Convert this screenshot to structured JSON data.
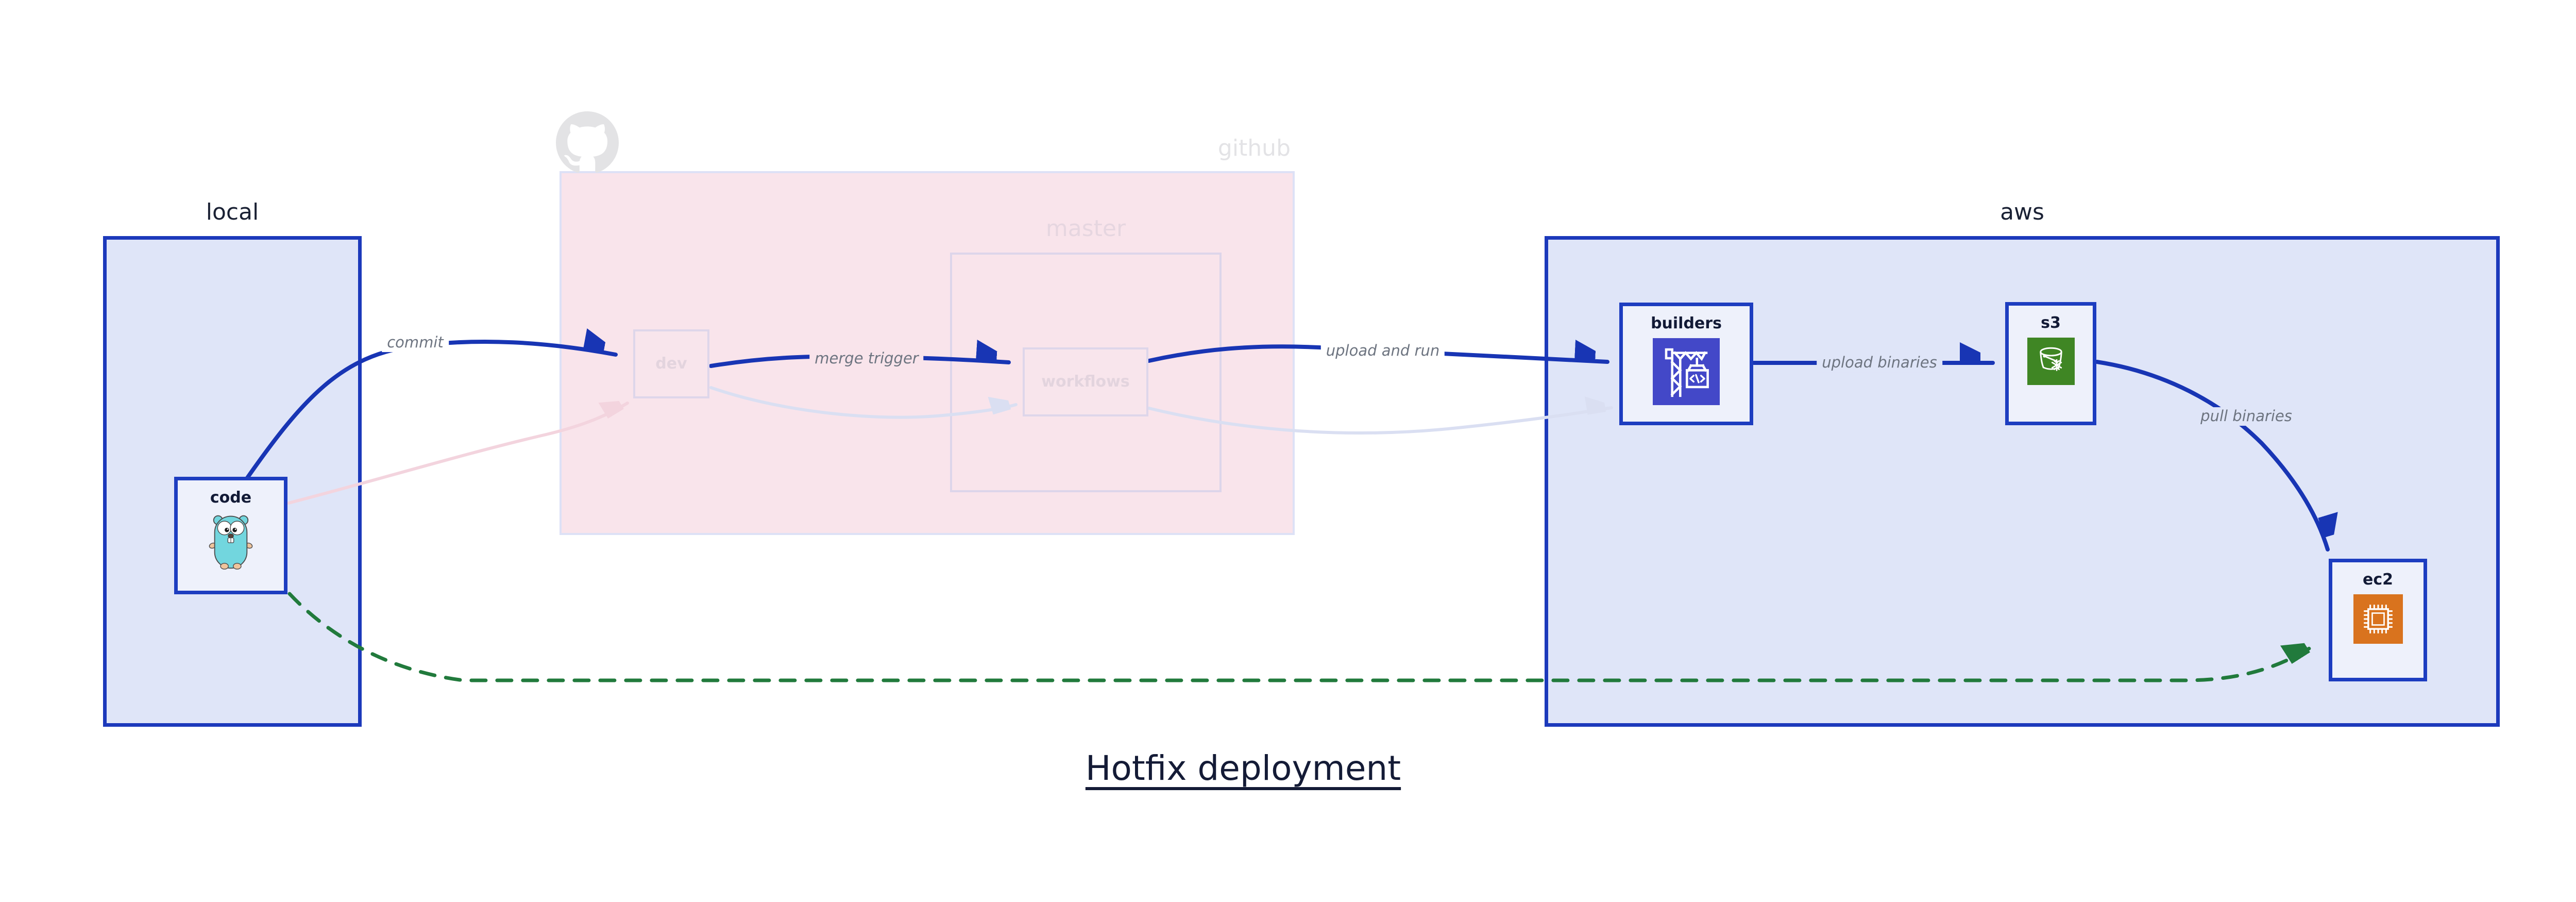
{
  "diagram": {
    "title": "Hotfix deployment"
  },
  "regions": {
    "local": {
      "label": "local"
    },
    "github": {
      "label": "github"
    },
    "master": {
      "label": "master"
    },
    "aws": {
      "label": "aws"
    }
  },
  "nodes": {
    "code": {
      "label": "code",
      "icon": "go-gopher-icon"
    },
    "dev": {
      "label": "dev",
      "state": "faded"
    },
    "workflows": {
      "label": "workflows",
      "state": "faded"
    },
    "builders": {
      "label": "builders",
      "icon": "codebuild-crane-icon"
    },
    "s3": {
      "label": "s3",
      "icon": "s3-glacier-bucket-icon"
    },
    "ec2": {
      "label": "ec2",
      "icon": "ec2-chip-icon"
    }
  },
  "edges": [
    {
      "label": "commit",
      "from": "code",
      "to": "dev",
      "style": "solid-blue"
    },
    {
      "label": "merge trigger",
      "from": "dev",
      "to": "workflows",
      "style": "solid-blue"
    },
    {
      "label": "upload and run",
      "from": "workflows",
      "to": "builders",
      "style": "solid-blue"
    },
    {
      "label": "upload binaries",
      "from": "builders",
      "to": "s3",
      "style": "solid-blue"
    },
    {
      "label": "pull binaries",
      "from": "s3",
      "to": "ec2",
      "style": "solid-blue"
    },
    {
      "label": "",
      "from": "code",
      "to": "ec2",
      "style": "dashed-green"
    },
    {
      "label": "",
      "from": "code",
      "to": "dev",
      "style": "faded-pink"
    },
    {
      "label": "",
      "from": "dev",
      "to": "workflows",
      "style": "faded-lavender"
    },
    {
      "label": "",
      "from": "workflows",
      "to": "builders",
      "style": "faded-lavender"
    }
  ],
  "colors": {
    "arrow_blue": "#1835b4",
    "node_border_blue": "#1d3dc0",
    "region_fill_blue": "#dfe5f8",
    "node_fill": "#eef1fb",
    "github_fill": "#f9e4eb",
    "faded_pink": "#f3d4de",
    "faded_lavender": "#dadff2",
    "green_dashed": "#217a3c",
    "edge_label_gray": "#6d7480",
    "faded_text": "#e3d4de",
    "github_text": "#e3e3e6",
    "dark_text": "#1a2134",
    "codebuild_purple": "#4348c8",
    "s3_green": "#3f8624",
    "ec2_orange": "#d9731e",
    "octocat_gray": "#e3e3e5",
    "gopher_teal": "#72d6de"
  }
}
